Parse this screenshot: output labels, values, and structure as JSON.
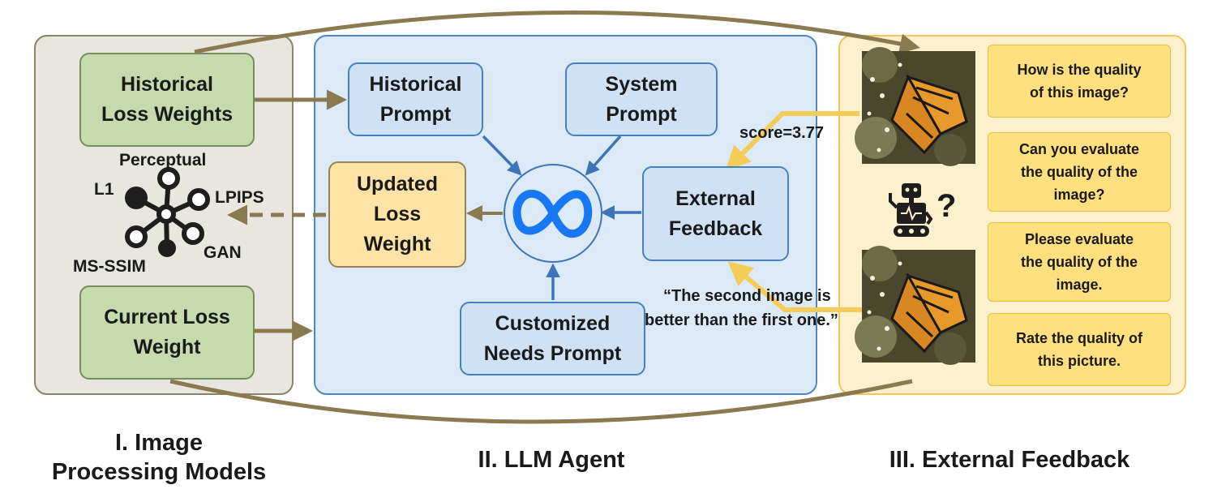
{
  "panels": {
    "image_models": {
      "title_line1": "I. Image",
      "title_line2": "Processing Models",
      "historical_weights": [
        "Historical",
        "Loss Weights"
      ],
      "current_weight": [
        "Current Loss",
        "Weight"
      ],
      "loss_names": {
        "perceptual": "Perceptual",
        "l1": "L1",
        "lpips": "LPIPS",
        "gan": "GAN",
        "ms_ssim": "MS-SSIM"
      }
    },
    "llm_agent": {
      "title": "II. LLM Agent",
      "historical_prompt": [
        "Historical",
        "Prompt"
      ],
      "system_prompt": [
        "System",
        "Prompt"
      ],
      "updated_weight": [
        "Updated",
        "Loss",
        "Weight"
      ],
      "external_feedback": [
        "External",
        "Feedback"
      ],
      "customized_prompt": [
        "Customized",
        "Needs Prompt"
      ],
      "agent_icon": "meta-infinity-icon"
    },
    "external_feedback": {
      "title": "III. External Feedback",
      "score_text": "score=3.77",
      "quote_line1": "“The second image is",
      "quote_line2": "better than the first one.”",
      "questions": [
        [
          "How is the quality",
          "of this image?"
        ],
        [
          "Can you evaluate",
          "the quality of the",
          "image?"
        ],
        [
          "Please evaluate",
          "the quality of the",
          "image."
        ],
        [
          "Rate the quality of",
          "this picture."
        ]
      ],
      "question_mark": "?",
      "robot_icon": "robot-icon",
      "image_icon": "butterfly-image"
    }
  },
  "colors": {
    "panel1_fill": "#e7e6df",
    "panel2_fill": "#dce9f7",
    "panel3_fill": "#fdf0cc",
    "arrow_brown": "#8a7a50",
    "arrow_blue": "#3f74b8",
    "arrow_yellow": "#f6cc58"
  }
}
